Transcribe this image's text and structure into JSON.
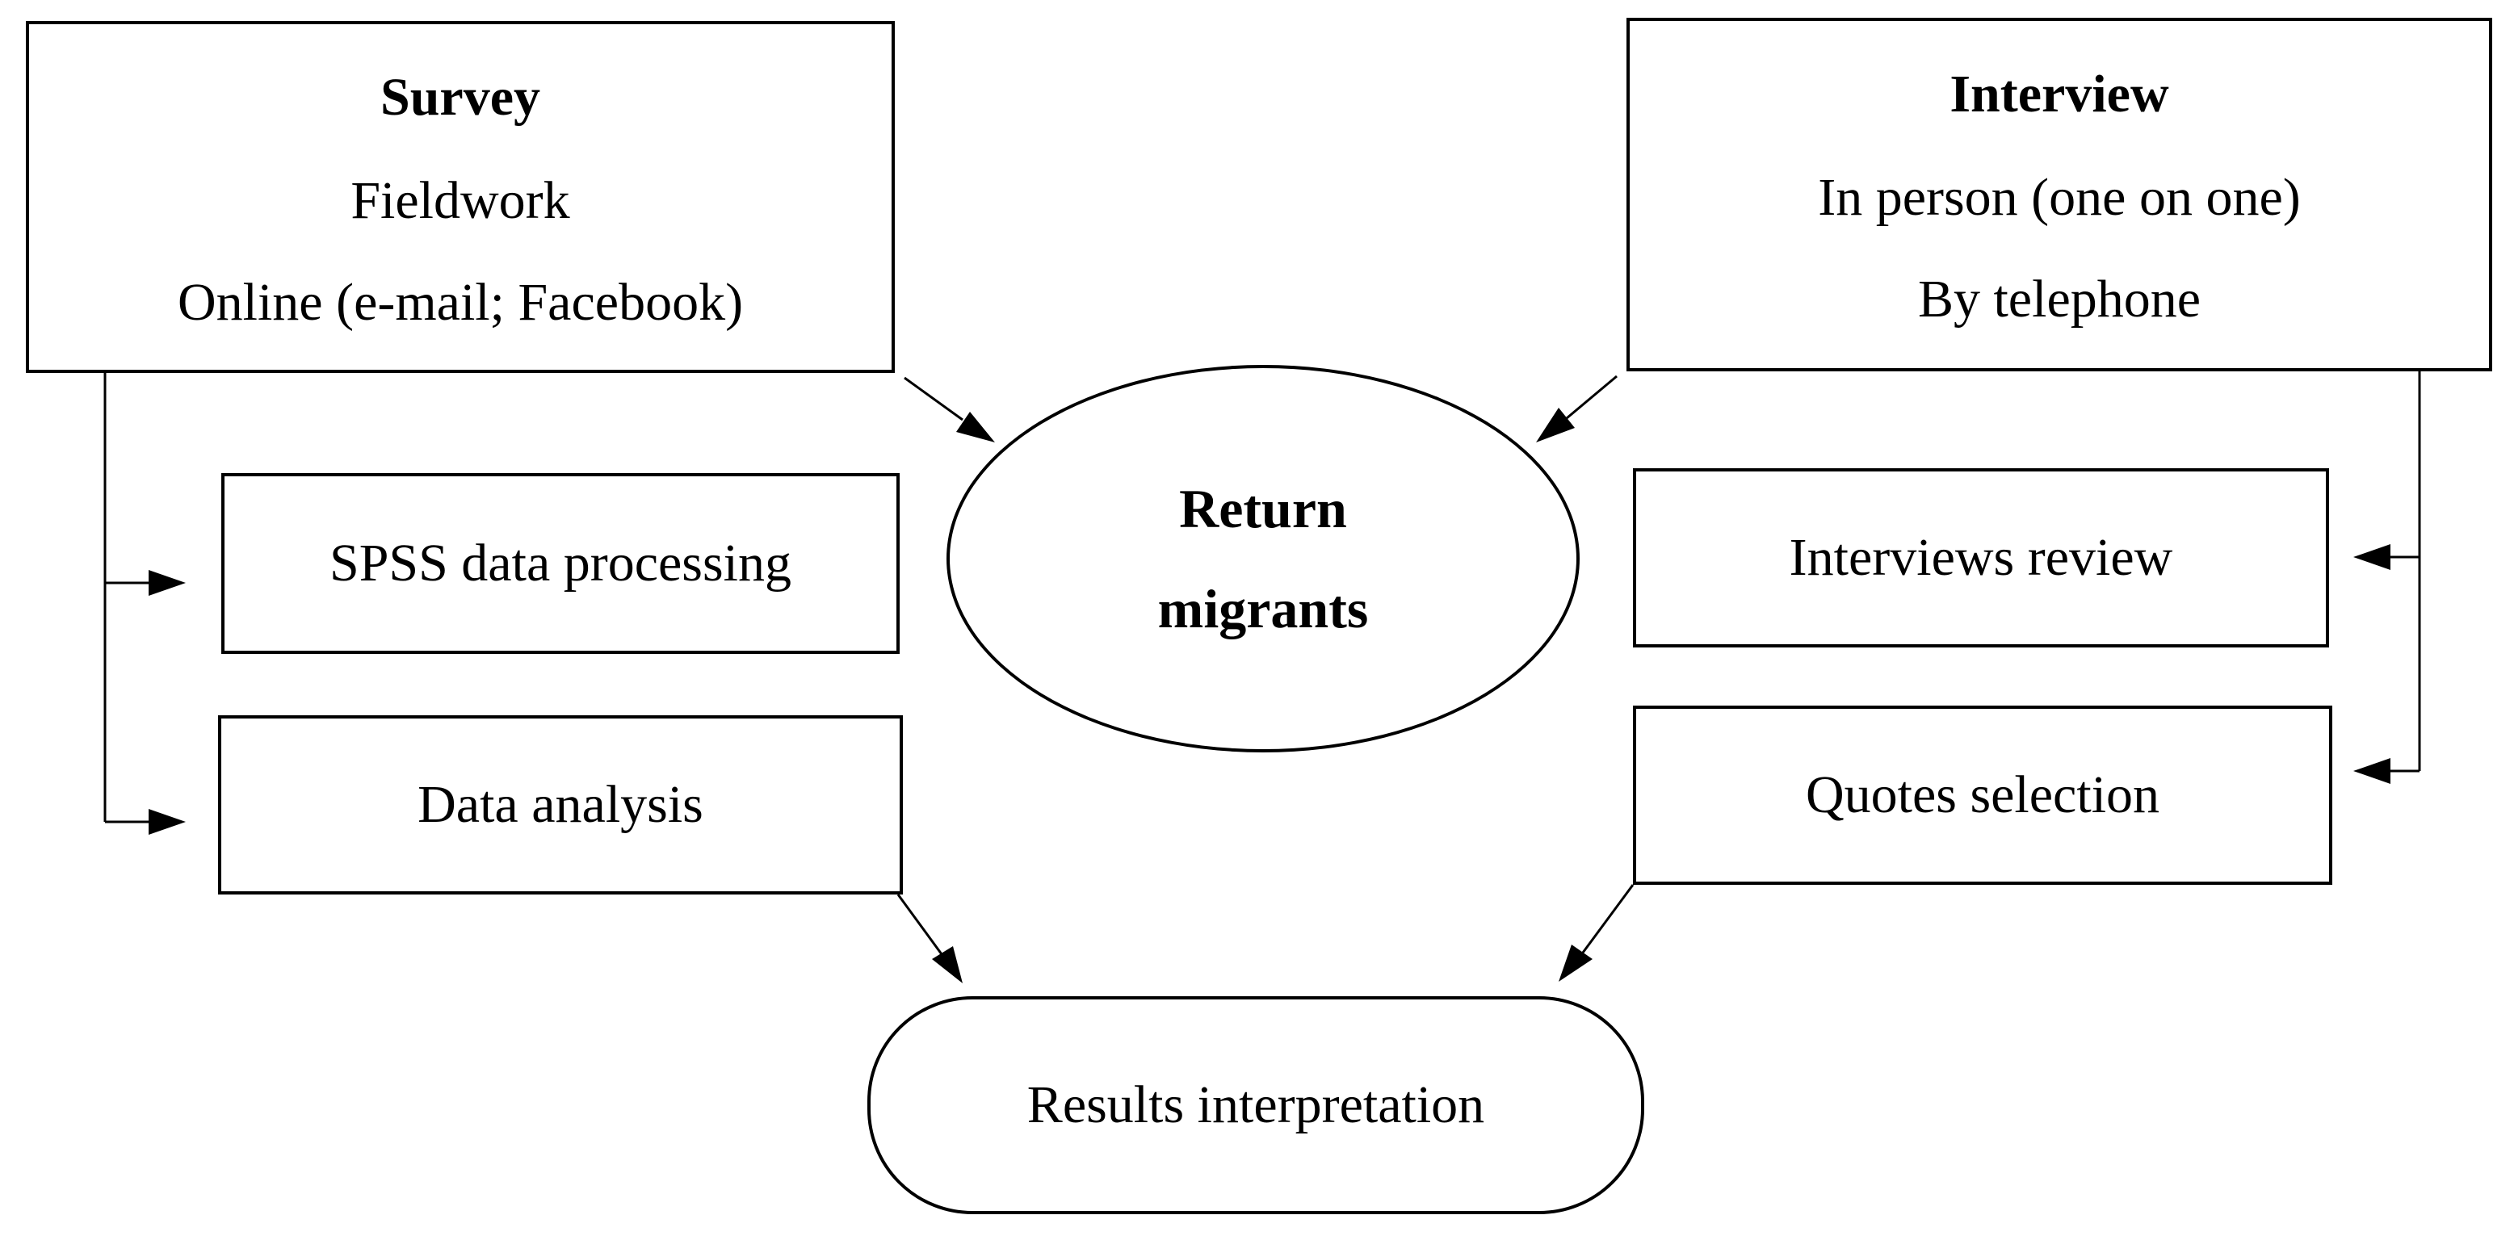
{
  "survey_box": {
    "title": "Survey",
    "line1": "Fieldwork",
    "line2": "Online (e-mail; Facebook)"
  },
  "interview_box": {
    "title": "Interview",
    "line1": "In person (one on one)",
    "line2": "By telephone"
  },
  "center_node": {
    "line1": "Return",
    "line2": "migrants"
  },
  "left_steps": {
    "spss": "SPSS data processing",
    "analysis": "Data analysis"
  },
  "right_steps": {
    "review": "Interviews review",
    "quotes": "Quotes selection"
  },
  "final_node": {
    "label": "Results interpretation"
  }
}
